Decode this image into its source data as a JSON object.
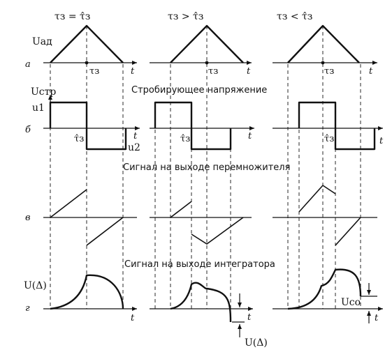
{
  "headers": {
    "col1": "τз = τ̂з",
    "col2": "τз > τ̂з",
    "col3": "τз < τ̂з"
  },
  "rows": {
    "a": "а",
    "b": "б",
    "v": "в",
    "g": "г"
  },
  "labels": {
    "u_ad": "Uад",
    "u_str": "Uстр",
    "u1": "u1",
    "u2": "u2",
    "tau_z": "τз",
    "tau_hat": "τ̂з",
    "t": "t",
    "u_delta": "U(Δ)",
    "u_co": "Uсо"
  },
  "captions": {
    "strobe": "Стробирующее напряжение",
    "multiplier": "Сигнал на выходе перемножителя",
    "integrator": "Сигнал на выходе интегратора"
  }
}
